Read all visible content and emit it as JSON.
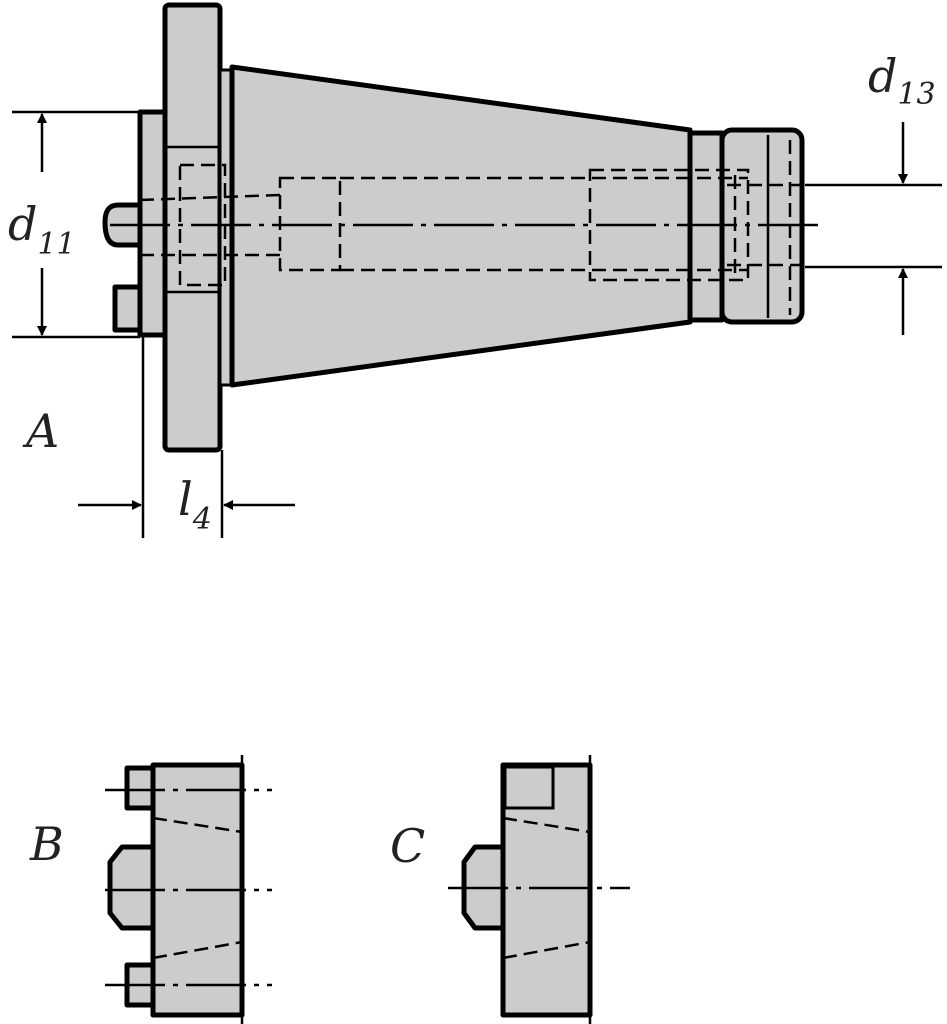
{
  "labels": {
    "d11": {
      "main": "d",
      "sub": "11"
    },
    "d13": {
      "main": "d",
      "sub": "13"
    },
    "l4": {
      "main": "l",
      "sub": "4"
    },
    "variant_a": "A",
    "variant_b": "B",
    "variant_c": "C"
  },
  "colors": {
    "fill": "#cccccc",
    "stroke": "#000000"
  }
}
